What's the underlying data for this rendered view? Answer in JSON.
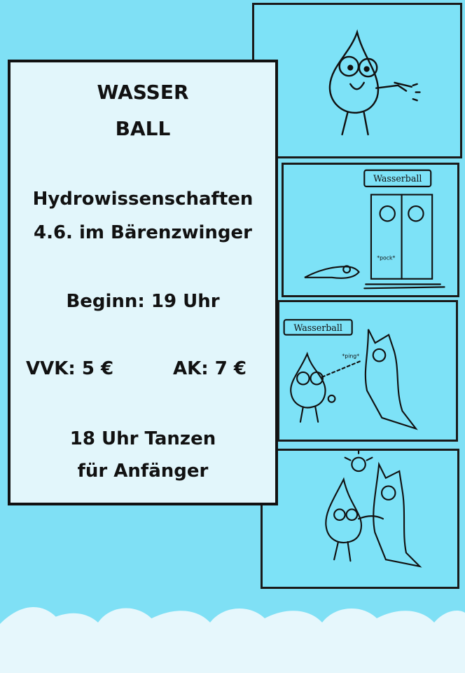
{
  "poster": {
    "title_line1": "WASSER",
    "title_line2": "BALL",
    "host": "Hydrowissenschaften",
    "date_location": "4.6. im Bärenzwinger",
    "start": "Beginn: 19 Uhr",
    "presale": "VVK: 5 €",
    "box_office": "AK: 7 €",
    "dance_line1": "18 Uhr Tanzen",
    "dance_line2": "für Anfänger"
  },
  "comic": {
    "panel2_sign": "Wasserball",
    "panel2_sound": "*pock*",
    "panel3_sign": "Wasserball",
    "panel3_sound": "*ping*"
  },
  "colors": {
    "background": "#7fe0f5",
    "card": "#e2f6fb",
    "ink": "#111111",
    "foam": "#e6f7fc"
  }
}
